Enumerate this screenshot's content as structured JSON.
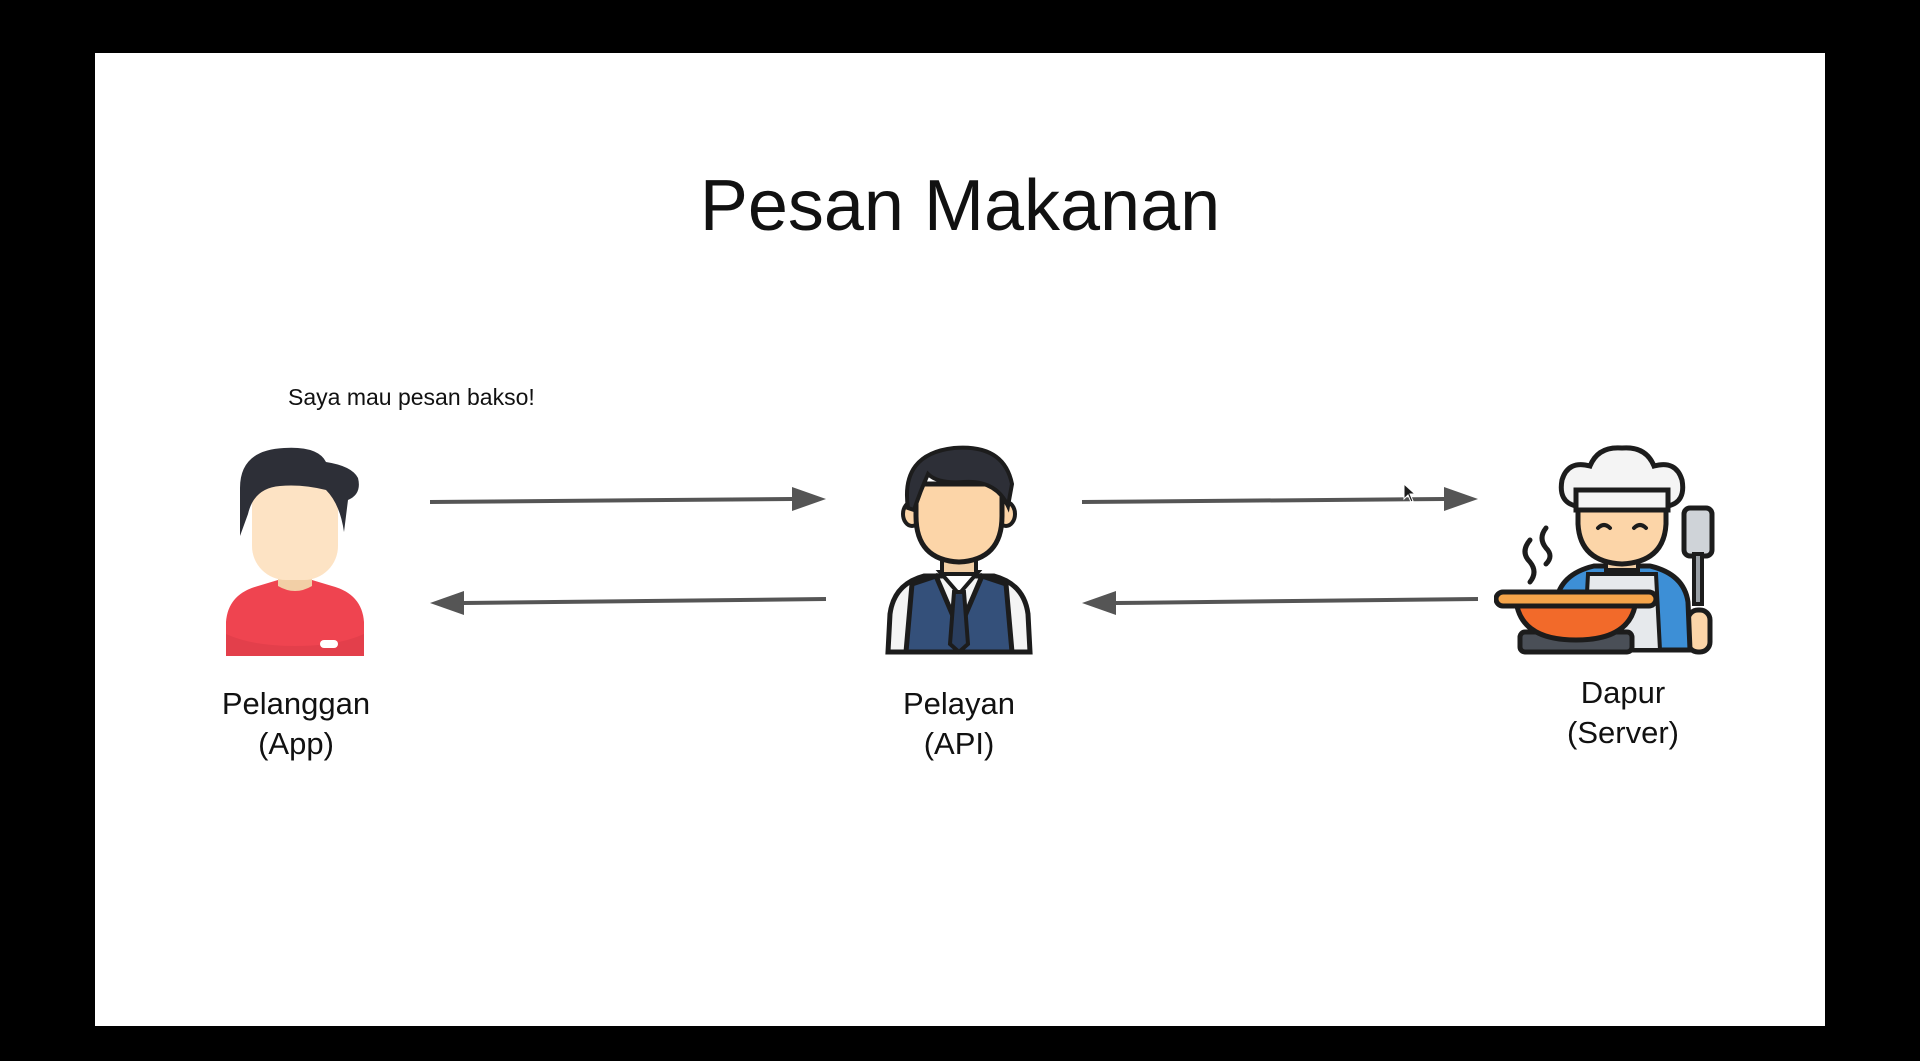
{
  "title": "Pesan Makanan",
  "speech": "Saya mau pesan bakso!",
  "actors": {
    "customer": {
      "name": "Pelanggan",
      "role": "(App)"
    },
    "waiter": {
      "name": "Pelayan",
      "role": "(API)"
    },
    "kitchen": {
      "name": "Dapur",
      "role": "(Server)"
    }
  },
  "colors": {
    "customer_shirt": "#ef4450",
    "skin": "#fde3c4",
    "hair": "#2d2f37",
    "arrow": "#555555",
    "vest": "#34507a",
    "wok": "#f26a2a",
    "apron": "#3d8fd6"
  },
  "icons": [
    "customer-avatar-icon",
    "waiter-avatar-icon",
    "chef-avatar-icon",
    "mouse-cursor-icon"
  ]
}
